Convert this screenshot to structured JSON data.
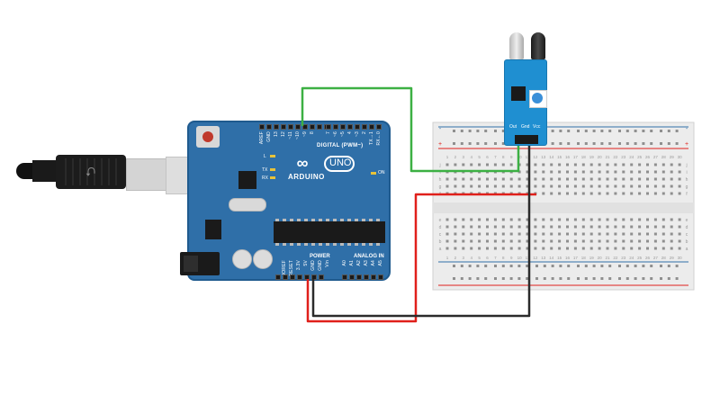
{
  "board": {
    "digital_label": "DIGITAL (PWM~)",
    "brand": "ARDUINO",
    "model": "UNO",
    "power_label": "POWER",
    "analog_label": "ANALOG IN",
    "on_label": "ON",
    "led_l": "L",
    "led_tx": "TX",
    "led_rx": "RX",
    "left_header_pins": [
      "AREF",
      "GND",
      "13",
      "12",
      "~11",
      "~10",
      "~9",
      "8"
    ],
    "right_header_pins": [
      "7",
      "~6",
      "~5",
      "4",
      "~3",
      "2",
      "TX→1",
      "RX←0"
    ],
    "power_pins": [
      "IOREF",
      "RESET",
      "3.3V",
      "5V",
      "GND",
      "GND",
      "Vin"
    ],
    "analog_pins": [
      "A0",
      "A1",
      "A2",
      "A3",
      "A4",
      "A5"
    ]
  },
  "sensor": {
    "pins": [
      "Out",
      "Gnd",
      "Vcc"
    ]
  },
  "breadboard": {
    "columns": 30,
    "row_letters_top": [
      "j",
      "i",
      "h",
      "g",
      "f"
    ],
    "row_letters_bottom": [
      "e",
      "d",
      "c",
      "b",
      "a"
    ],
    "rail_plus": "+",
    "rail_minus": "-"
  },
  "wires": [
    {
      "from": "sensor Out",
      "to": "digital pin ~10",
      "color": "#3cb043"
    },
    {
      "from": "sensor Vcc",
      "to": "5V",
      "color": "#e0201b"
    },
    {
      "from": "sensor Gnd",
      "to": "GND",
      "color": "#2b2b2b"
    }
  ],
  "colors": {
    "board": "#2f6fa8",
    "board_edge": "#1f5a8e",
    "sensor_pcb": "#1f8fd1",
    "breadboard": "#ececec",
    "rail_red": "#e0201b",
    "rail_blue": "#2f6fa8"
  }
}
